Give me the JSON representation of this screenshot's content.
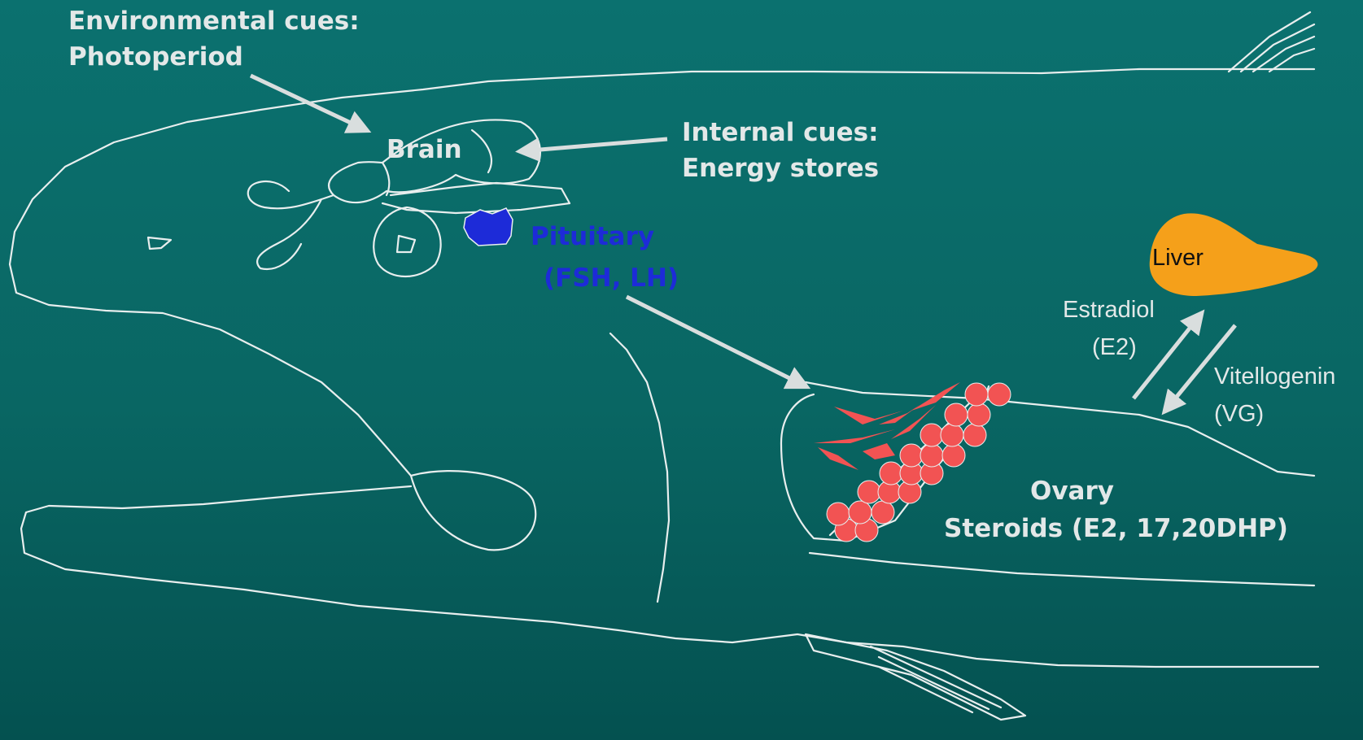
{
  "labels": {
    "environmental_cues": "Environmental cues:",
    "photoperiod": "Photoperiod",
    "brain": "Brain",
    "internal_cues": "Internal cues:",
    "energy_stores": "Energy stores",
    "pituitary": "Pituitary",
    "pituitary_hormones": "(FSH, LH)",
    "liver": "Liver",
    "estradiol": "Estradiol",
    "estradiol_abbr": "(E2)",
    "vitellogenin": "Vitellogenin",
    "vitellogenin_abbr": "(VG)",
    "ovary": "Ovary",
    "steroids": "Steroids (E2, 17,20DHP)"
  },
  "colors": {
    "background": "#0b716f",
    "outline": "#e8eeee",
    "arrow": "#d9dede",
    "pituitary": "#1d2bd8",
    "liver": "#f5a01a",
    "eggs": "#f25353"
  }
}
